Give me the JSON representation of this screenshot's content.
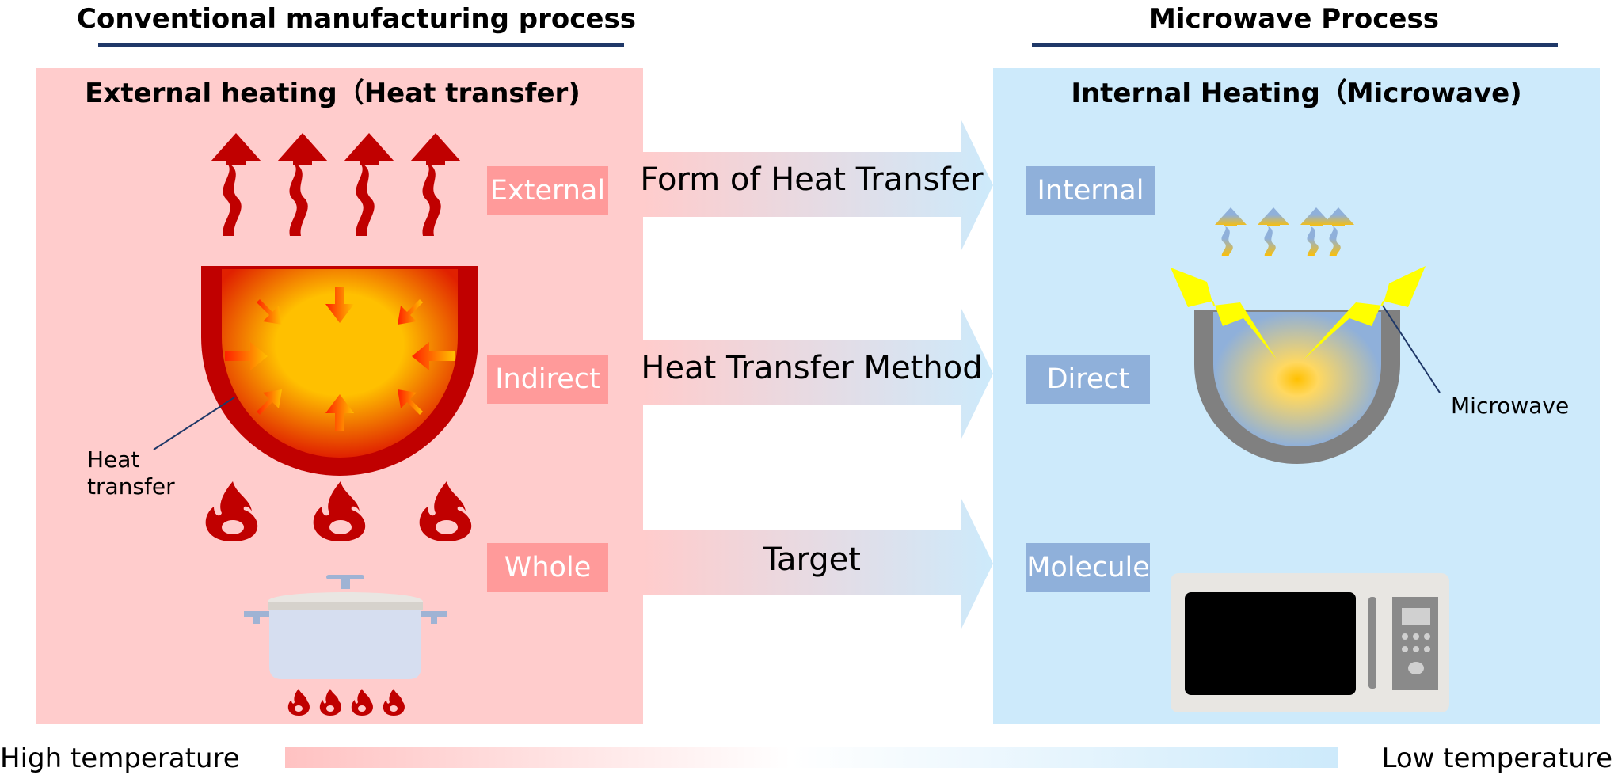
{
  "headers": {
    "left": "Conventional manufacturing process",
    "right": "Microwave Process"
  },
  "panels": {
    "left_title": "External heating（Heat transfer)",
    "right_title": "Internal Heating（Microwave)"
  },
  "tags": {
    "left": [
      "External",
      "Indirect",
      "Whole"
    ],
    "right": [
      "Internal",
      "Direct",
      "Molecule"
    ]
  },
  "arrows": [
    "Form of Heat Transfer",
    "Heat Transfer Method",
    "Target"
  ],
  "callouts": {
    "heat_transfer": [
      "Heat",
      "transfer"
    ],
    "microwave": "Microwave"
  },
  "scale": {
    "high": "High temperature",
    "low": "Low temperature"
  },
  "colors": {
    "header_rule": "#1f3868",
    "left_panel": "#ffcccc",
    "right_panel": "#cdeafb",
    "red_tag": "#ff9a9a",
    "blue_tag": "#8fb0da",
    "flame": "#c00000"
  },
  "icons": [
    "heat-wave-arrow-icon",
    "flame-icon",
    "pot-icon",
    "lightning-icon",
    "microwave-oven-icon"
  ]
}
